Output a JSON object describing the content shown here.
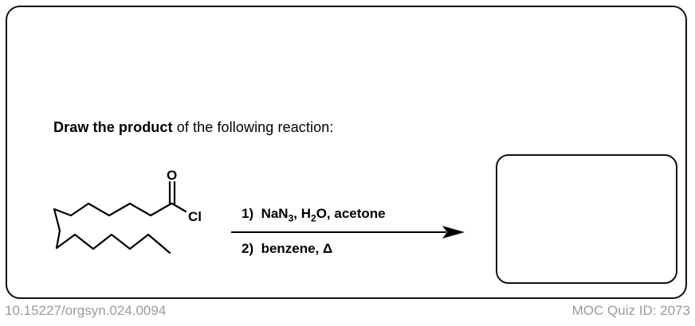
{
  "prompt": {
    "bold": "Draw the product",
    "rest": " of the following reaction:"
  },
  "molecule": {
    "atoms": {
      "oxygen": "O",
      "chlorine": "Cl"
    }
  },
  "conditions": {
    "step1": {
      "num": "1)",
      "a": "NaN",
      "a_sub": "3",
      "b": ", H",
      "b_sub": "2",
      "c": "O, acetone"
    },
    "step2": {
      "num": "2)",
      "text": "benzene, Δ"
    }
  },
  "footer": {
    "doi": "10.15227/orgsyn.024.0094",
    "quiz_id": "MOC Quiz ID: 2073"
  }
}
